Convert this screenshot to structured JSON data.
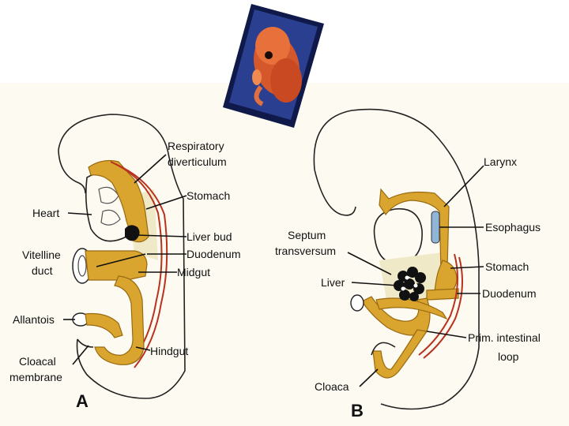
{
  "panels": {
    "a": {
      "letter": "A",
      "labels": {
        "respiratory_diverticulum": [
          "Respiratory",
          "diverticulum"
        ],
        "stomach": "Stomach",
        "heart": "Heart",
        "liver_bud": "Liver bud",
        "vitelline_duct": [
          "Vitelline",
          "duct"
        ],
        "duodenum": "Duodenum",
        "midgut": "Midgut",
        "allantois": "Allantois",
        "cloacal_membrane": [
          "Cloacal",
          "membrane"
        ],
        "hindgut": "Hindgut"
      }
    },
    "b": {
      "letter": "B",
      "labels": {
        "larynx": "Larynx",
        "septum_transversum": [
          "Septum",
          "transversum"
        ],
        "esophagus": "Esophagus",
        "stomach": "Stomach",
        "liver": "Liver",
        "duodenum": "Duodenum",
        "prim_intestinal_loop": [
          "Prim. intestinal",
          "loop"
        ],
        "cloaca": "Cloaca"
      }
    }
  },
  "colors": {
    "background": "#ffffff",
    "panel_background": "#fdfaf1",
    "gut": "#d9a52e",
    "vessel": "#b8321e",
    "liver": "#111111"
  }
}
